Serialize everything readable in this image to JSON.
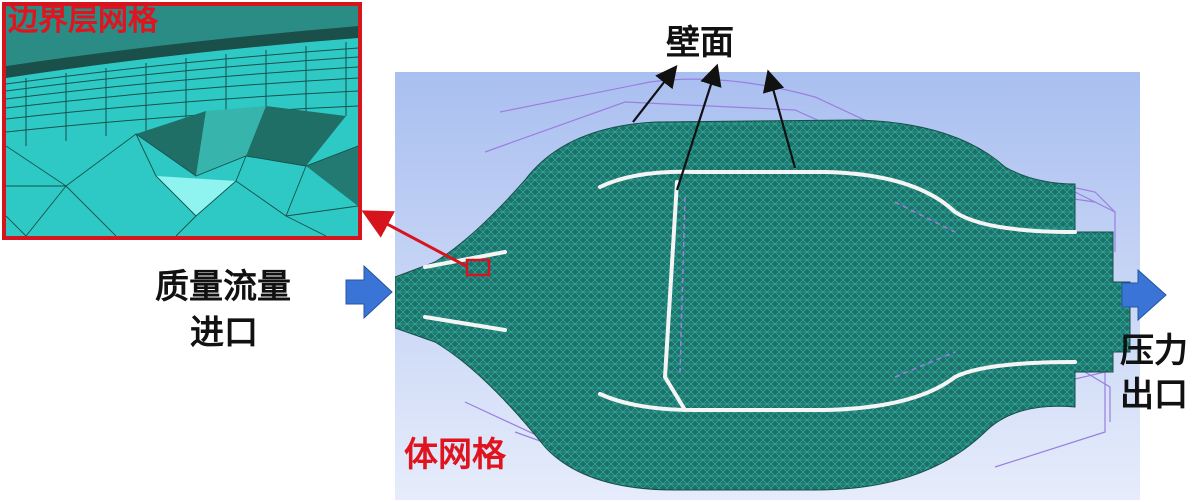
{
  "labels": {
    "boundary_layer_mesh": "边界层网格",
    "wall": "壁面",
    "inlet_line1": "质量流量",
    "inlet_line2": "进口",
    "outlet_line1": "压力",
    "outlet_line2": "出口",
    "volume_mesh": "体网格"
  },
  "colors": {
    "mesh_fill": "#1f6f66",
    "mesh_line": "#2aa79b",
    "background_top": "#a9bff0",
    "background_bottom": "#e6ecfb",
    "wireframe": "#9a7fe0",
    "inset_border": "#d5141e",
    "label_red": "#e0141e",
    "flow_arrow": "#3a74d6",
    "inset_fill": "#2ec9c4"
  },
  "icons": {
    "inlet_arrow": "right-block-arrow",
    "outlet_arrow": "right-block-arrow"
  }
}
